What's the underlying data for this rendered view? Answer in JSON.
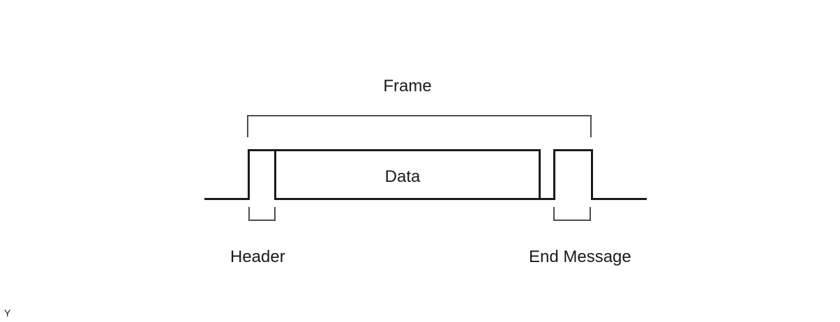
{
  "diagram": {
    "frame_label": "Frame",
    "data_label": "Data",
    "header_label": "Header",
    "end_message_label": "End Message",
    "corner_label": "Y",
    "colors": {
      "signal_line": "#1a1a1a",
      "bracket_line": "#4d4d4d",
      "text": "#1a1a1a",
      "background": "#ffffff"
    }
  }
}
